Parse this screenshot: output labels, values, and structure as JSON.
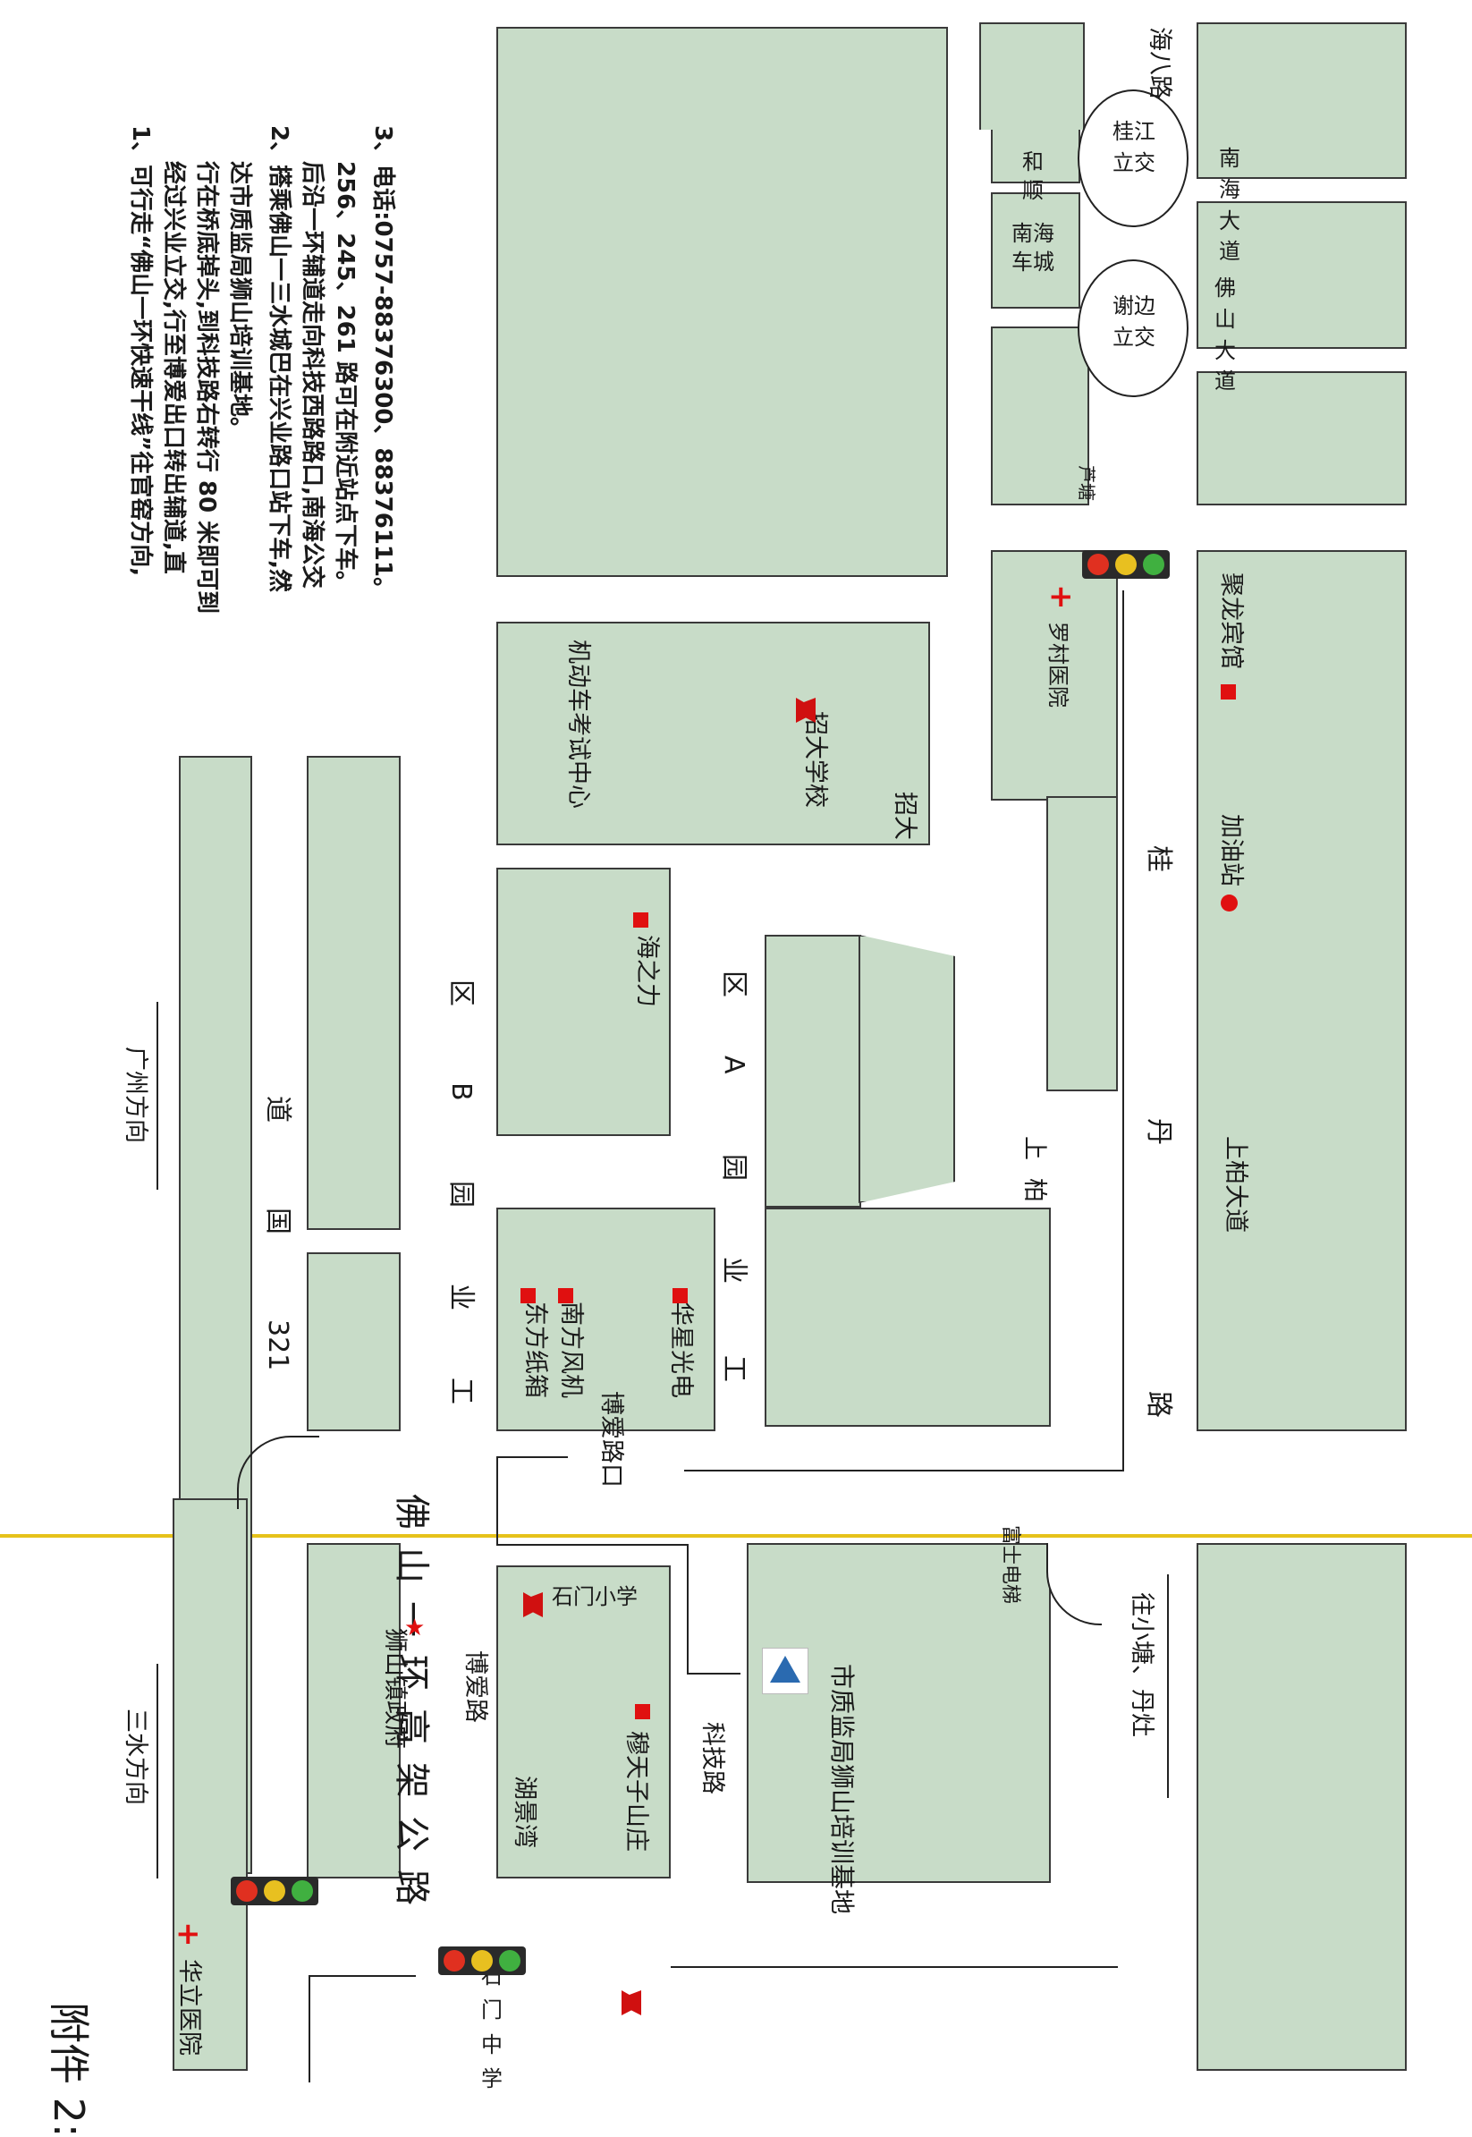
{
  "title": "附件 2:",
  "notes": [
    "1、可行走“佛山一环快速干线”往官窑方向,",
    "经过兴业立交,行至博爱出口转出辅道,直",
    "行在桥底掉头,到科技路右转行 80 米即可到",
    "达市质监局狮山培训基地。",
    "2、搭乘佛山一三水城巴在兴业路口站下车,然",
    "后沿一环辅道走向科技西路路口,南海公交",
    "256、245、261 路可在附近站点下车。",
    "3、电话:0757-88376300、88376111。"
  ],
  "roads": {
    "guangzhou_dir": "广州方向",
    "sanshui_dir": "三水方向",
    "guodao": [
      "321",
      "国",
      "道"
    ],
    "industrial_b": [
      "工",
      "业",
      "园",
      "B",
      "区"
    ],
    "industrial_a": [
      "工",
      "业",
      "园",
      "A",
      "区"
    ],
    "ring_road": "佛山一环高架公路",
    "boai_road": "博爱路",
    "keji_road": "科技路",
    "shangbo_avenue": "上柏大道",
    "shangbo": "上柏",
    "guidan_road": "桂丹路",
    "to_xiaotang": "往小塘、丹灶",
    "boai_exit": "博爱路口",
    "luotang": "芦塘",
    "foshan_avenue": "佛山大道",
    "nanhai_avenue": "南海大道",
    "haiba_road": "海八路",
    "xiebian": "谢边立交",
    "guijiang": "桂江立交"
  },
  "places": {
    "huali_hospital": "华立医院",
    "shimen_middle": "石门中学",
    "shishan_gov": "狮山镇政府",
    "hujingwan": "湖景湾",
    "mutianzi": "穆天子山庄",
    "shimen_primary": "石门小学",
    "training_base": "市质监局狮山培训基地",
    "fuji_elevator": "富士电梯",
    "dongfang_box": "东方纸箱",
    "nanfang_fan": "南方风机",
    "huaxing": "华星光电",
    "haizhili": "海之力",
    "driving_center": "机动车考试中心",
    "zhaoda_school": "招大学校",
    "zhaoda": "招大",
    "luocun_hospital": "罗村医院",
    "gas_station": "加油站",
    "julong_hotel": "聚龙宾馆",
    "nanhai_car_city": "南海车城",
    "heshun": "和顺"
  },
  "colors": {
    "block": "#c8dcc8",
    "marker": "#e01010",
    "fold_line": "#e6c21a"
  }
}
